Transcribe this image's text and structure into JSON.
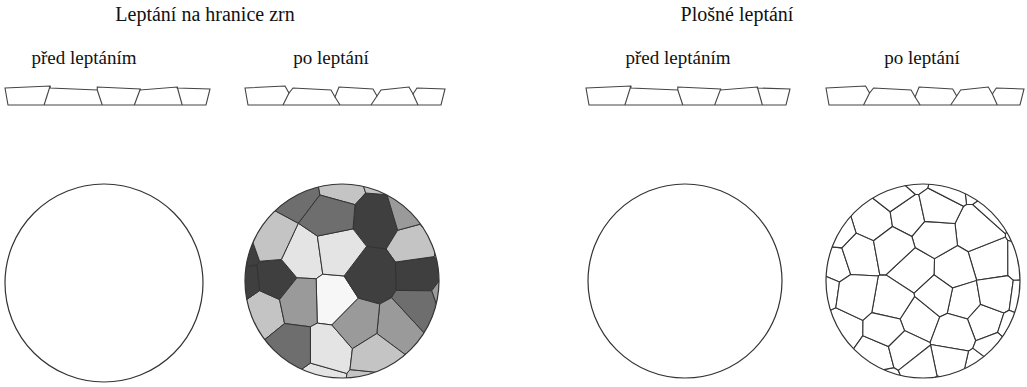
{
  "diagram": {
    "labels": [
      "Leptání na hranice zrn",
      "před leptáním",
      "po leptání",
      "Plošné leptání",
      "před leptáním",
      "po leptání"
    ]
  }
}
